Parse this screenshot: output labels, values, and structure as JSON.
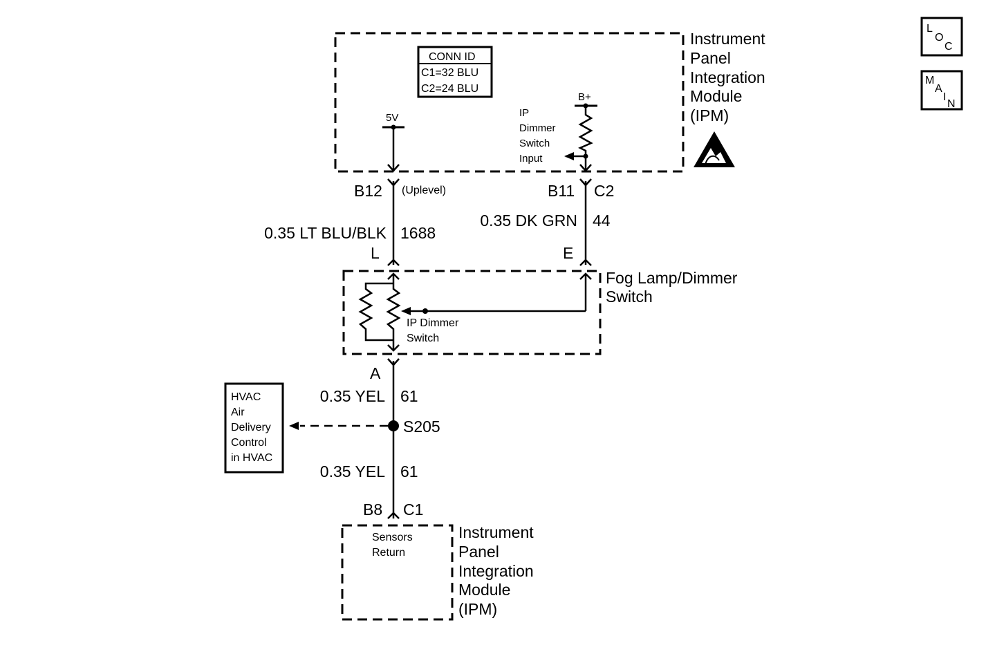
{
  "ipm_top": {
    "name_lines": [
      "Instrument",
      "Panel",
      "Integration",
      "Module",
      "(IPM)"
    ],
    "conn_id": {
      "title": "CONN ID",
      "c1": "C1=32 BLU",
      "c2": "C2=24 BLU"
    },
    "supply_5v": "5V",
    "supply_bplus": "B+",
    "input_lines": [
      "IP",
      "Dimmer",
      "Switch",
      "Input"
    ]
  },
  "wire_left": {
    "pin_top": "B12",
    "note": "(Uplevel)",
    "spec": "0.35 LT BLU/BLK",
    "circuit": "1688",
    "pin_bottom": "L"
  },
  "wire_right": {
    "pin_top": "B11",
    "connector": "C2",
    "spec": "0.35 DK GRN",
    "circuit": "44",
    "pin_bottom": "E"
  },
  "fog_switch": {
    "name_lines": [
      "Fog Lamp/Dimmer",
      "Switch"
    ],
    "inner_lines": [
      "IP Dimmer",
      "Switch"
    ],
    "pin_bottom": "A"
  },
  "wire_bottom": {
    "spec_upper": "0.35 YEL",
    "circuit_upper": "61",
    "splice": "S205",
    "spec_lower": "0.35 YEL",
    "circuit_lower": "61",
    "pin": "B8",
    "connector": "C1"
  },
  "hvac": {
    "lines": [
      "HVAC",
      "Air",
      "Delivery",
      "Control",
      "in HVAC"
    ]
  },
  "ipm_bottom": {
    "name_lines": [
      "Instrument",
      "Panel",
      "Integration",
      "Module",
      "(IPM)"
    ],
    "inner_lines": [
      "Sensors",
      "Return"
    ]
  },
  "nav": {
    "loc": {
      "l1": "L",
      "l2": "O",
      "l3": "C"
    },
    "main": {
      "l1": "M",
      "l2": "A",
      "l3": "I",
      "l4": "N"
    }
  },
  "icons": {
    "esd": "esd-warning-icon"
  }
}
